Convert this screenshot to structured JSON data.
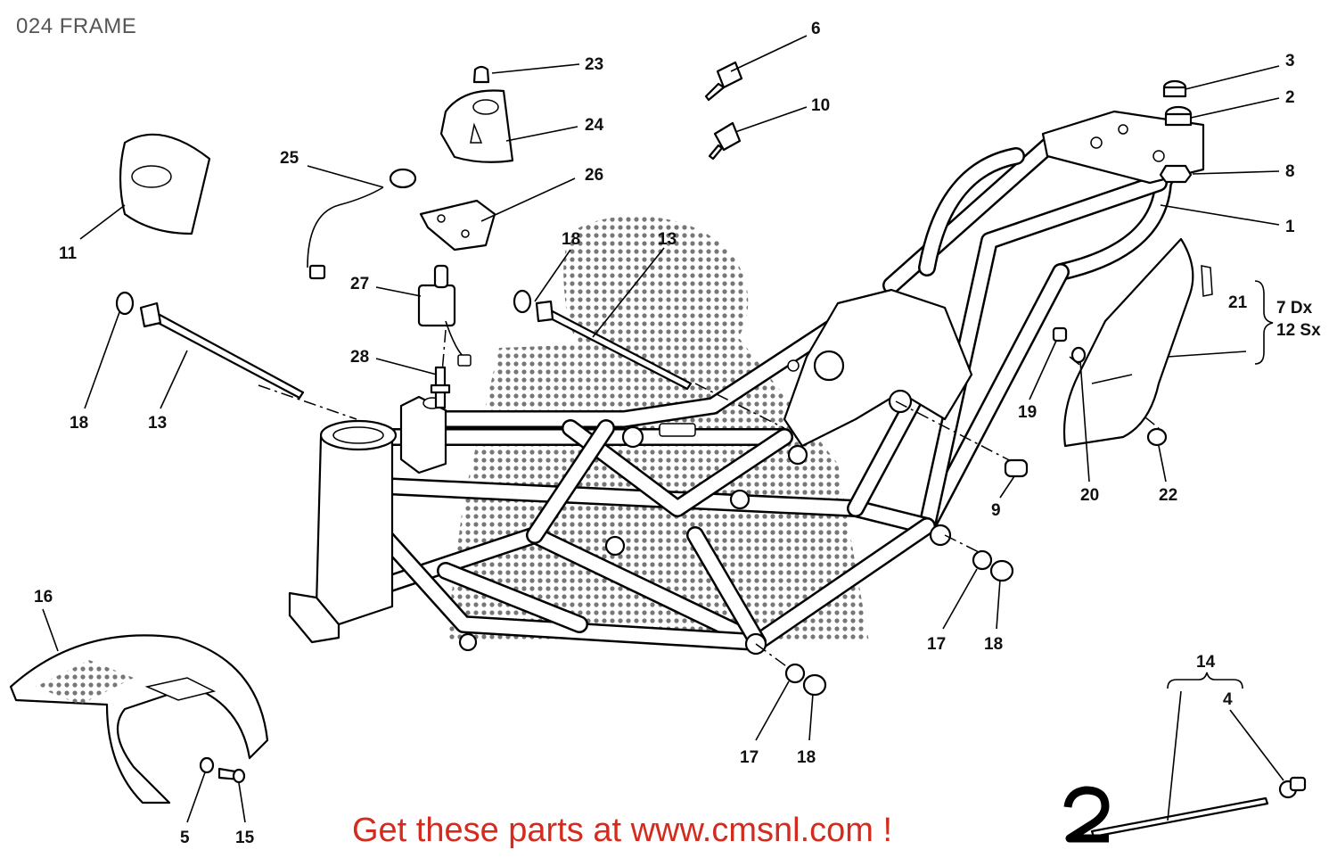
{
  "title": "024 FRAME",
  "footer": "Get these parts at www.cmsnl.com !",
  "brace_labels": {
    "right_side": "7 Dx",
    "left_side": "12 Sx"
  },
  "callouts": [
    {
      "id": "c23",
      "label": "23"
    },
    {
      "id": "c24",
      "label": "24"
    },
    {
      "id": "c25",
      "label": "25"
    },
    {
      "id": "c26",
      "label": "26"
    },
    {
      "id": "c11",
      "label": "11"
    },
    {
      "id": "c27",
      "label": "27"
    },
    {
      "id": "c28",
      "label": "28"
    },
    {
      "id": "c18a",
      "label": "18"
    },
    {
      "id": "c13a",
      "label": "13"
    },
    {
      "id": "c18b",
      "label": "18"
    },
    {
      "id": "c13b",
      "label": "13"
    },
    {
      "id": "c6",
      "label": "6"
    },
    {
      "id": "c10",
      "label": "10"
    },
    {
      "id": "c3",
      "label": "3"
    },
    {
      "id": "c2",
      "label": "2"
    },
    {
      "id": "c8",
      "label": "8"
    },
    {
      "id": "c1",
      "label": "1"
    },
    {
      "id": "c21",
      "label": "21"
    },
    {
      "id": "c19",
      "label": "19"
    },
    {
      "id": "c20",
      "label": "20"
    },
    {
      "id": "c22",
      "label": "22"
    },
    {
      "id": "c9",
      "label": "9"
    },
    {
      "id": "c17a",
      "label": "17"
    },
    {
      "id": "c18c",
      "label": "18"
    },
    {
      "id": "c16",
      "label": "16"
    },
    {
      "id": "c17b",
      "label": "17"
    },
    {
      "id": "c18d",
      "label": "18"
    },
    {
      "id": "c14",
      "label": "14"
    },
    {
      "id": "c4",
      "label": "4"
    },
    {
      "id": "c5",
      "label": "5"
    },
    {
      "id": "c15",
      "label": "15"
    }
  ],
  "icons": {
    "corner_mark": "number-two-glyph"
  }
}
